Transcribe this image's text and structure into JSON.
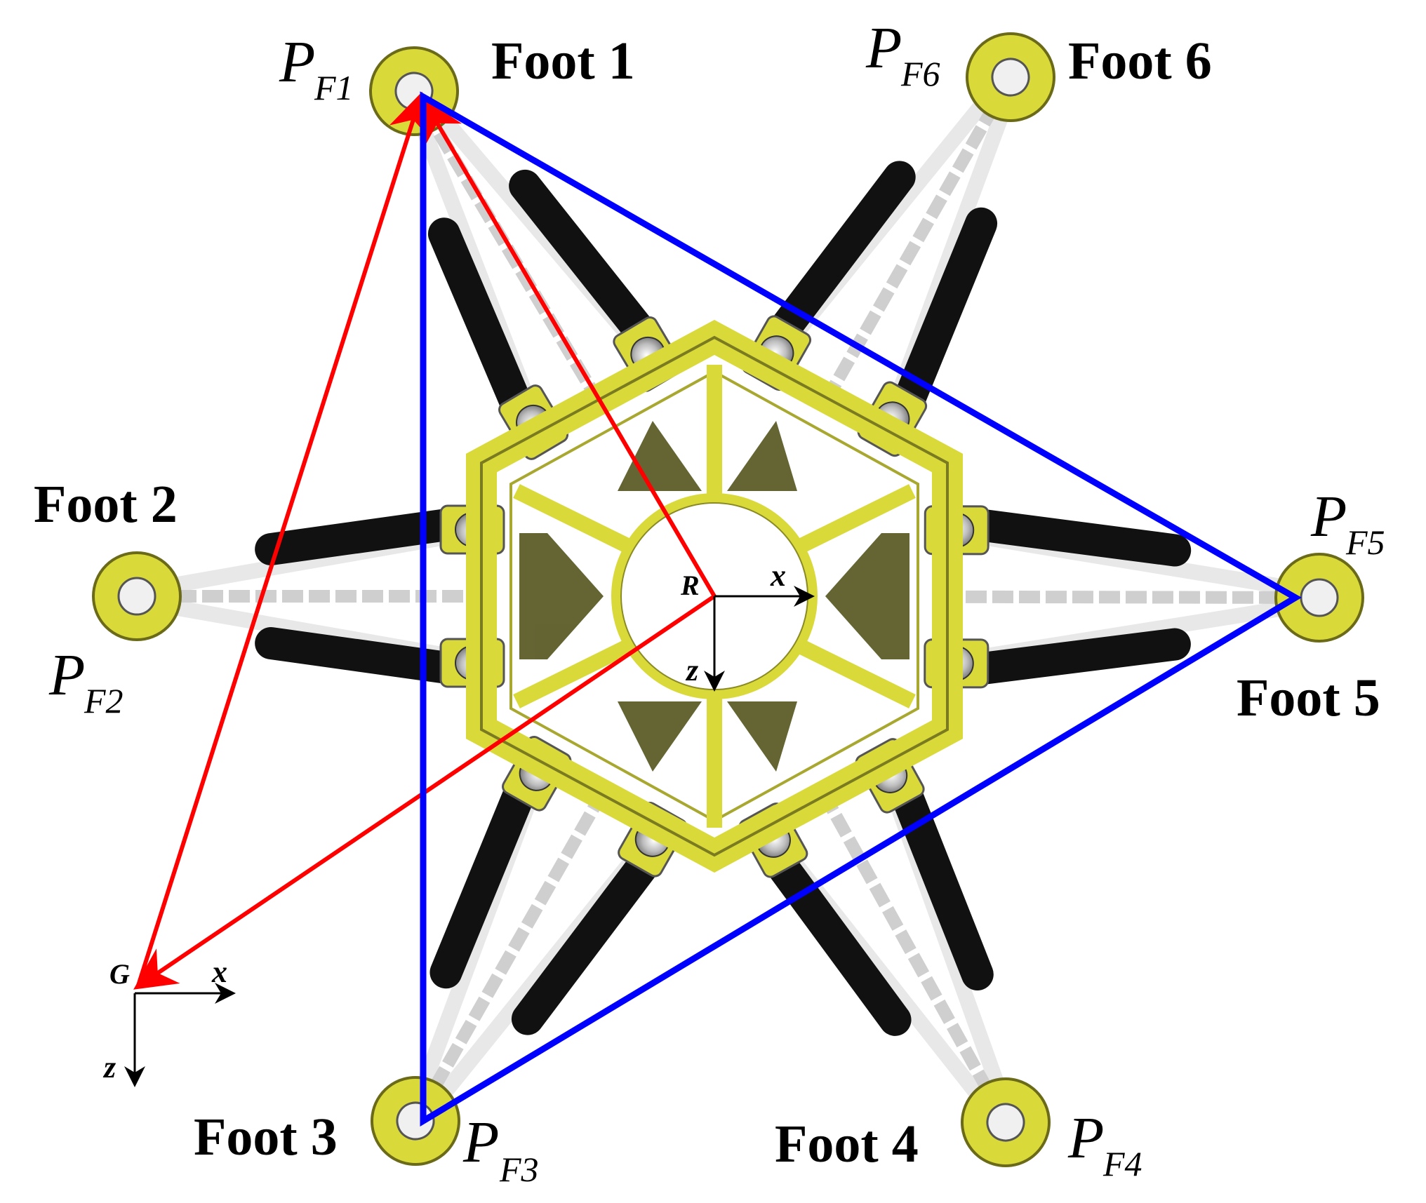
{
  "feet": [
    {
      "label": "Foot 1",
      "p_main": "P",
      "p_sub": "F1"
    },
    {
      "label": "Foot 2",
      "p_main": "P",
      "p_sub": "F2"
    },
    {
      "label": "Foot 3",
      "p_main": "P",
      "p_sub": "F3"
    },
    {
      "label": "Foot 4",
      "p_main": "P",
      "p_sub": "F4"
    },
    {
      "label": "Foot 5",
      "p_main": "P",
      "p_sub": "F5"
    },
    {
      "label": "Foot 6",
      "p_main": "P",
      "p_sub": "F6"
    }
  ],
  "robot_frame": {
    "origin": "R",
    "x_axis": "x",
    "z_axis": "z"
  },
  "ground_frame": {
    "origin": "G",
    "x_axis": "x",
    "z_axis": "z"
  },
  "colors": {
    "support_triangle": "#0000ff",
    "position_vectors": "#ff0000",
    "body_frame": "#d9d93a",
    "body_dark": "#4a4a10",
    "actuator_black": "#111111",
    "actuator_white": "#e8e8e8"
  }
}
